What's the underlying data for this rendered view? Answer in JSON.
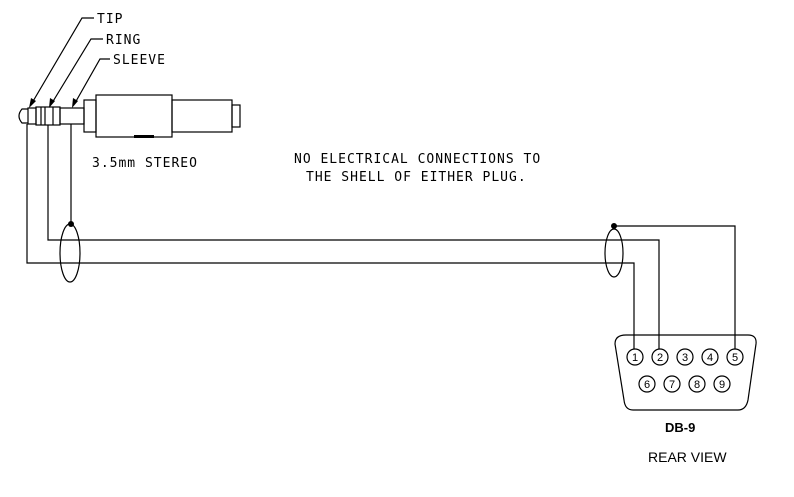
{
  "plug": {
    "labels": {
      "tip": "TIP",
      "ring": "RING",
      "sleeve": "SLEEVE"
    },
    "type": "3.5mm STEREO"
  },
  "note": {
    "line1": "NO ELECTRICAL CONNECTIONS TO",
    "line2": "THE SHELL OF EITHER PLUG."
  },
  "connector": {
    "name": "DB-9",
    "view": "REAR VIEW",
    "pins_row1": [
      "1",
      "2",
      "3",
      "4",
      "5"
    ],
    "pins_row2": [
      "6",
      "7",
      "8",
      "9"
    ]
  }
}
